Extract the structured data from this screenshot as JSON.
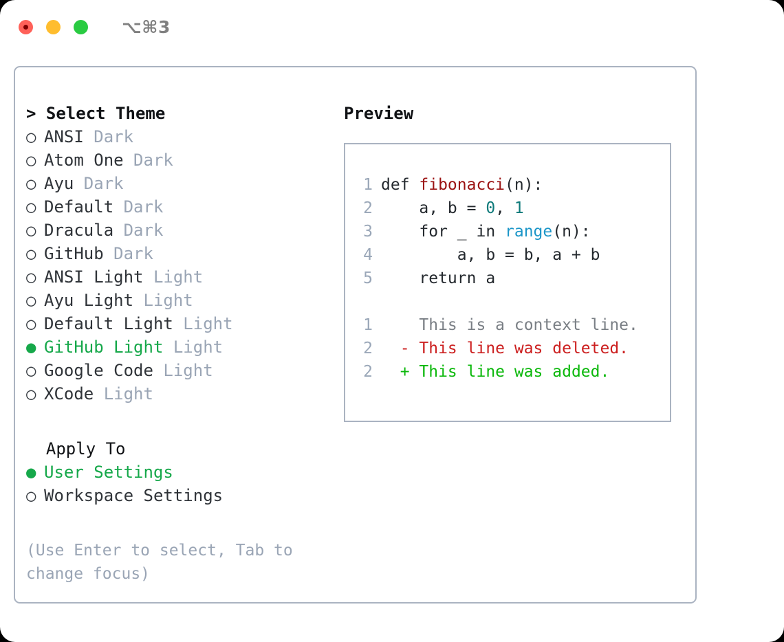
{
  "titlebar": {
    "shortcut": "⌥⌘3",
    "lights": [
      "close",
      "minimize",
      "zoom"
    ]
  },
  "theme_list": {
    "header": "> Select Theme",
    "items": [
      {
        "bullet": "○",
        "name": "ANSI",
        "tag": "Dark",
        "selected": false
      },
      {
        "bullet": "○",
        "name": "Atom One",
        "tag": "Dark",
        "selected": false
      },
      {
        "bullet": "○",
        "name": "Ayu",
        "tag": "Dark",
        "selected": false
      },
      {
        "bullet": "○",
        "name": "Default",
        "tag": "Dark",
        "selected": false
      },
      {
        "bullet": "○",
        "name": "Dracula",
        "tag": "Dark",
        "selected": false
      },
      {
        "bullet": "○",
        "name": "GitHub",
        "tag": "Dark",
        "selected": false
      },
      {
        "bullet": "○",
        "name": "ANSI Light",
        "tag": "Light",
        "selected": false
      },
      {
        "bullet": "○",
        "name": "Ayu Light",
        "tag": "Light",
        "selected": false
      },
      {
        "bullet": "○",
        "name": "Default Light",
        "tag": "Light",
        "selected": false
      },
      {
        "bullet": "●",
        "name": "GitHub Light",
        "tag": "Light",
        "selected": true
      },
      {
        "bullet": "○",
        "name": "Google Code",
        "tag": "Light",
        "selected": false
      },
      {
        "bullet": "○",
        "name": "XCode",
        "tag": "Light",
        "selected": false
      }
    ]
  },
  "apply_to": {
    "header": "  Apply To",
    "items": [
      {
        "bullet": "●",
        "name": "User Settings",
        "selected": true
      },
      {
        "bullet": "○",
        "name": "Workspace Settings",
        "selected": false
      }
    ]
  },
  "hint": "(Use Enter to select, Tab to change focus)",
  "preview": {
    "title": "Preview",
    "code_lines": [
      {
        "num": "1",
        "segments": [
          {
            "text": "def ",
            "style": "tok-def"
          },
          {
            "text": "fibonacci",
            "style": "tok-fn"
          },
          {
            "text": "(n):",
            "style": "tok-plain"
          }
        ]
      },
      {
        "num": "2",
        "segments": [
          {
            "text": "    a, b = ",
            "style": "tok-plain"
          },
          {
            "text": "0",
            "style": "tok-num"
          },
          {
            "text": ", ",
            "style": "tok-plain"
          },
          {
            "text": "1",
            "style": "tok-num"
          }
        ]
      },
      {
        "num": "3",
        "segments": [
          {
            "text": "    for _ in ",
            "style": "tok-plain"
          },
          {
            "text": "range",
            "style": "tok-call"
          },
          {
            "text": "(n):",
            "style": "tok-plain"
          }
        ]
      },
      {
        "num": "4",
        "segments": [
          {
            "text": "        a, b = b, a + b",
            "style": "tok-plain"
          }
        ]
      },
      {
        "num": "5",
        "segments": [
          {
            "text": "    return a",
            "style": "tok-plain"
          }
        ]
      }
    ],
    "diff_lines": [
      {
        "num": "1",
        "marker": "  ",
        "text": "This is a context line.",
        "kind": "diff-ctx"
      },
      {
        "num": "2",
        "marker": "- ",
        "text": "This line was deleted.",
        "kind": "diff-del"
      },
      {
        "num": "2",
        "marker": "+ ",
        "text": "This line was added.",
        "kind": "diff-add"
      }
    ]
  },
  "colors": {
    "panel_border": "#aab3c1",
    "selected_green": "#16a84a",
    "diff_add_green": "#0bb80b",
    "diff_del_red": "#cc1f1f",
    "function_red": "#9b1212",
    "number_teal": "#0e7a7a",
    "call_blue": "#1c96c8",
    "tag_gray": "#9aa5b5",
    "line_number_gray": "#9aa7b8",
    "light_red": "#ff6159",
    "light_yellow": "#ffbd2e",
    "light_green": "#2acb42"
  }
}
